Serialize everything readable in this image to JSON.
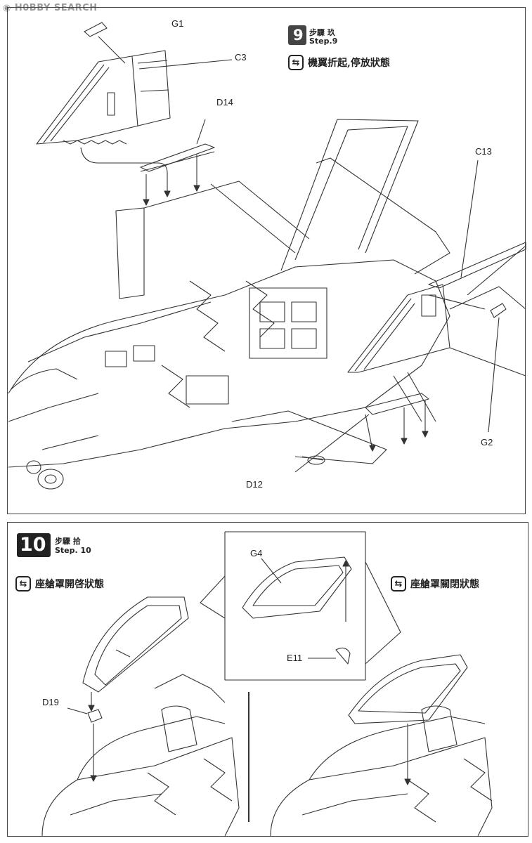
{
  "watermark": {
    "text": "H0BBY SEARCH"
  },
  "step9": {
    "number": "9",
    "title_cn": "步驟 玖",
    "title_en": "Step.9",
    "note_icon": "swap-arrows-icon",
    "note": "機翼折起,停放狀態",
    "parts": {
      "g1": "G1",
      "c3": "C3",
      "d14": "D14",
      "c13": "C13",
      "g2": "G2",
      "d12": "D12"
    }
  },
  "step10": {
    "number": "10",
    "title_cn": "步驟 拾",
    "title_en": "Step. 10",
    "note_left_icon": "swap-arrows-icon",
    "note_left": "座艙罩開啓狀態",
    "note_right_icon": "swap-arrows-icon",
    "note_right": "座艙罩關閉狀態",
    "parts": {
      "g4": "G4",
      "e11": "E11",
      "d19": "D19"
    }
  }
}
